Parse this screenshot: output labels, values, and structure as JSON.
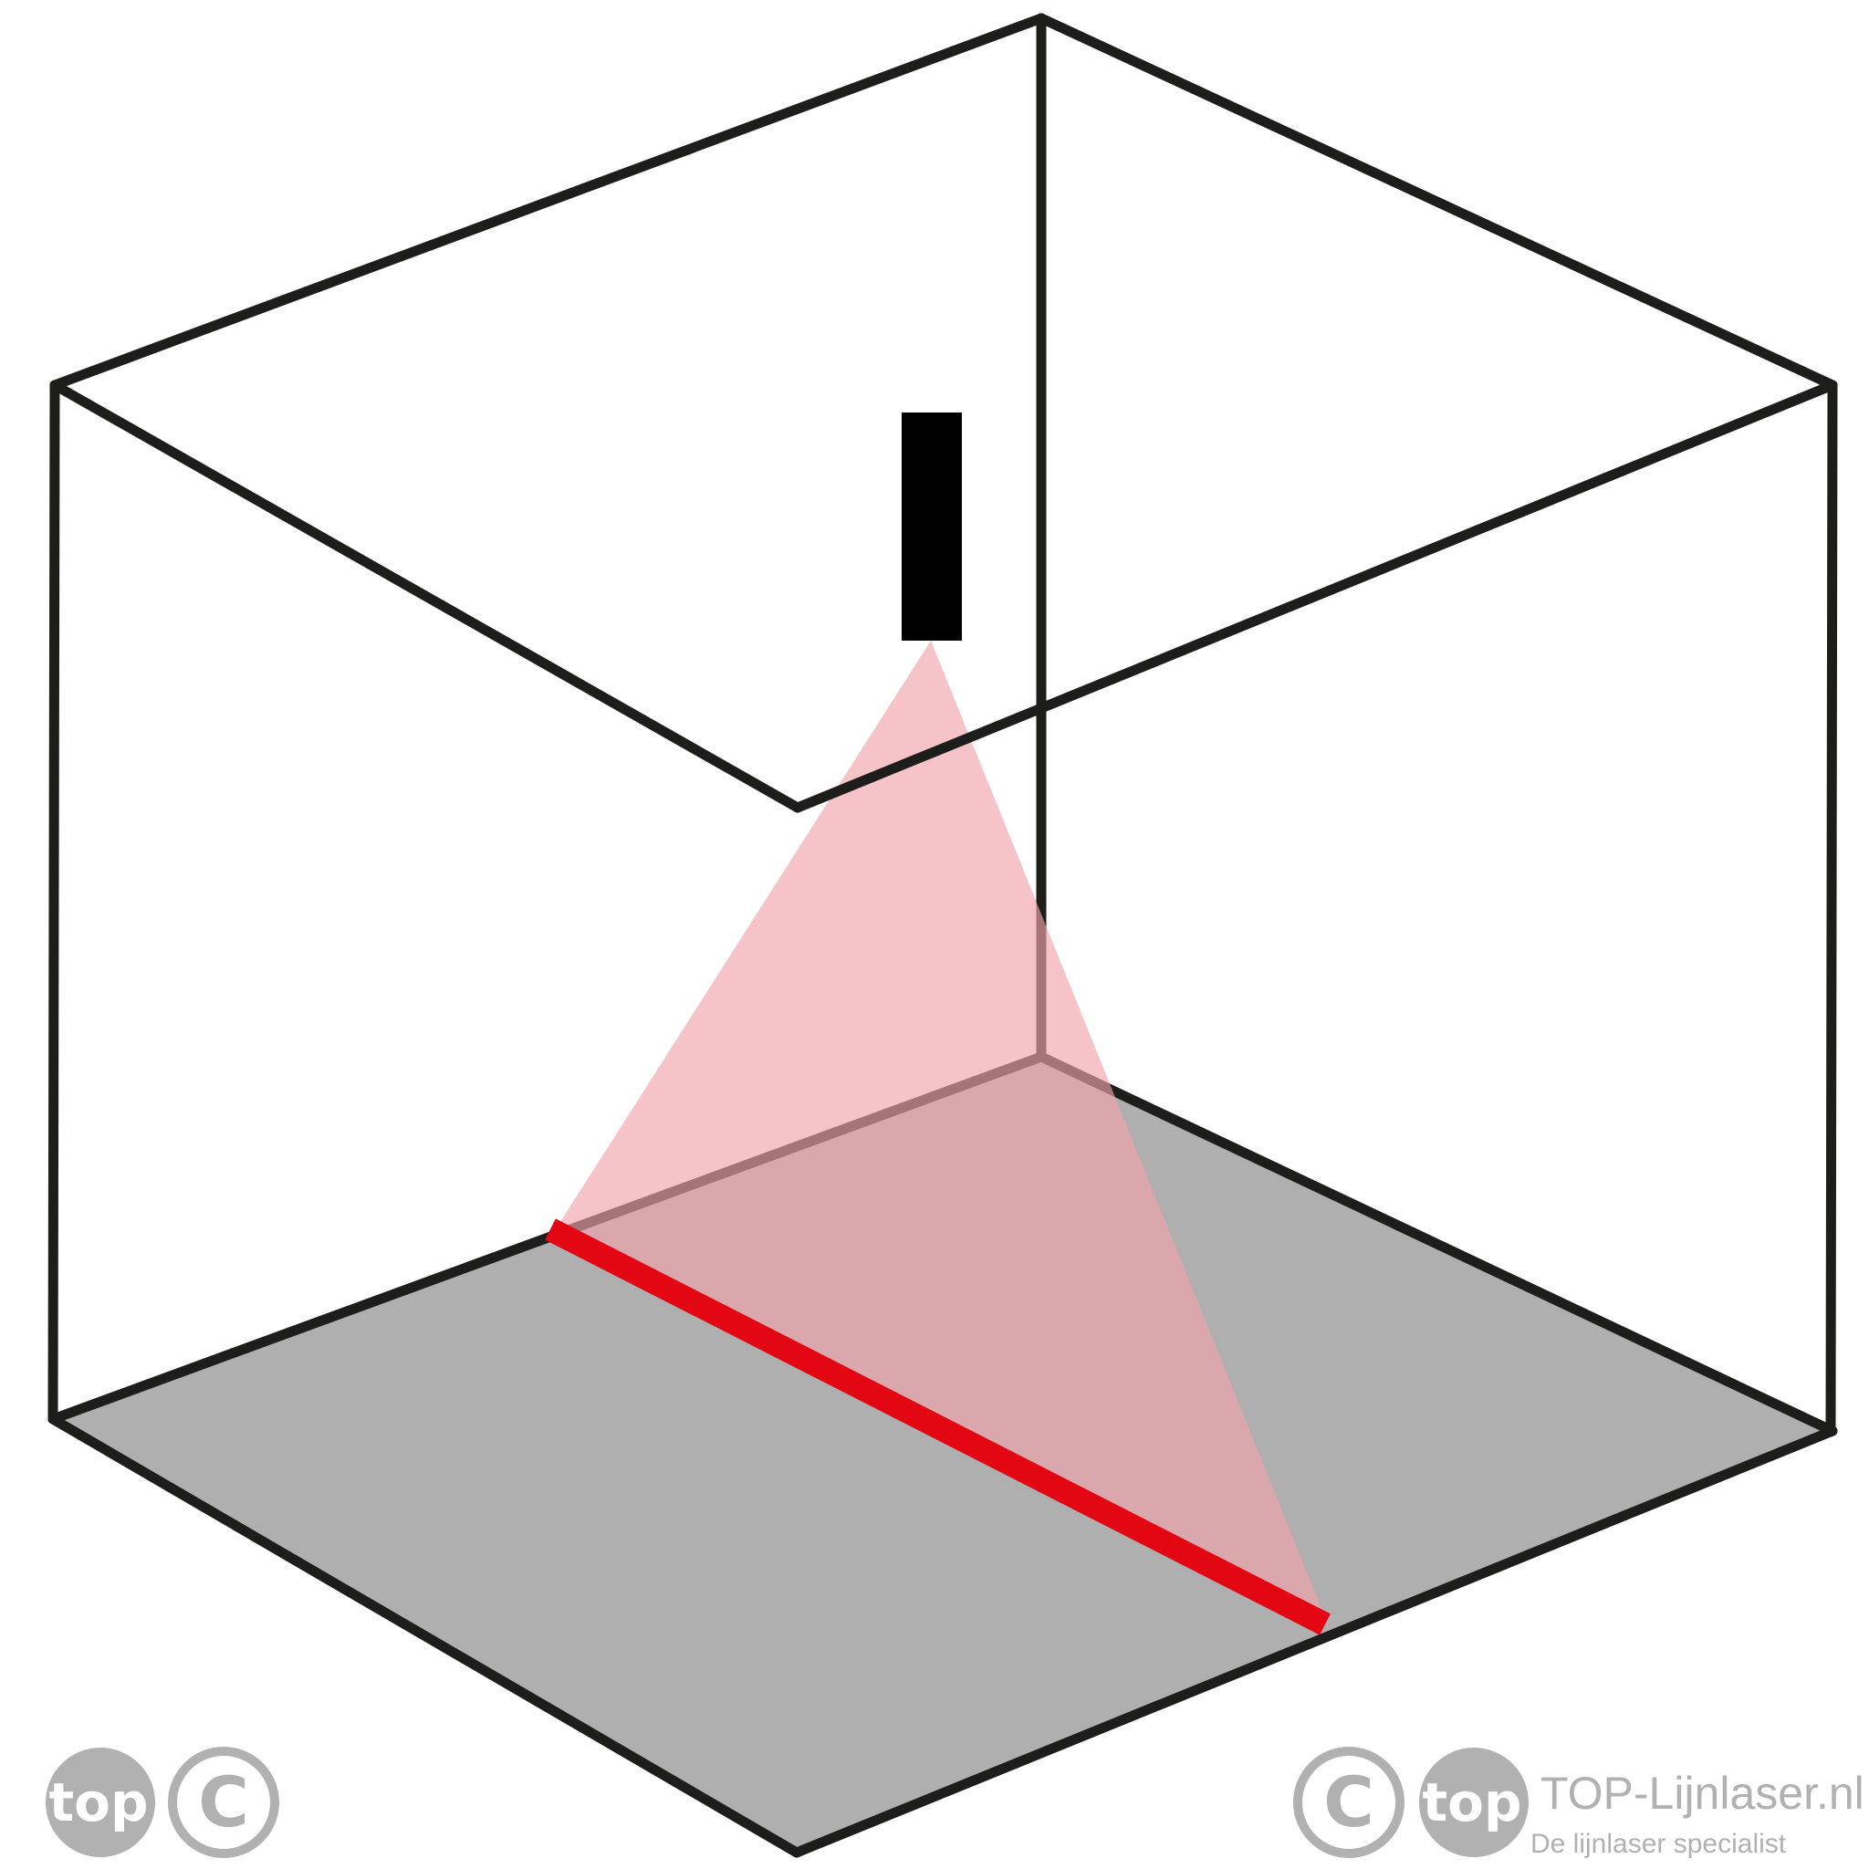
{
  "colors": {
    "edge": "#1d1d1b",
    "floor": "#afafaf",
    "laser_fan": "#f0a3aa",
    "laser_line": "#e30613",
    "device": "#000000",
    "watermark": "#b1b1b1"
  },
  "watermark_left": {
    "logo_text": "top",
    "copyright_symbol": "C"
  },
  "watermark_right": {
    "copyright_symbol": "C",
    "logo_text": "top",
    "brand_name": "TOP-Lijnlaser.nl",
    "tagline": "De lijnlaser specialist"
  }
}
